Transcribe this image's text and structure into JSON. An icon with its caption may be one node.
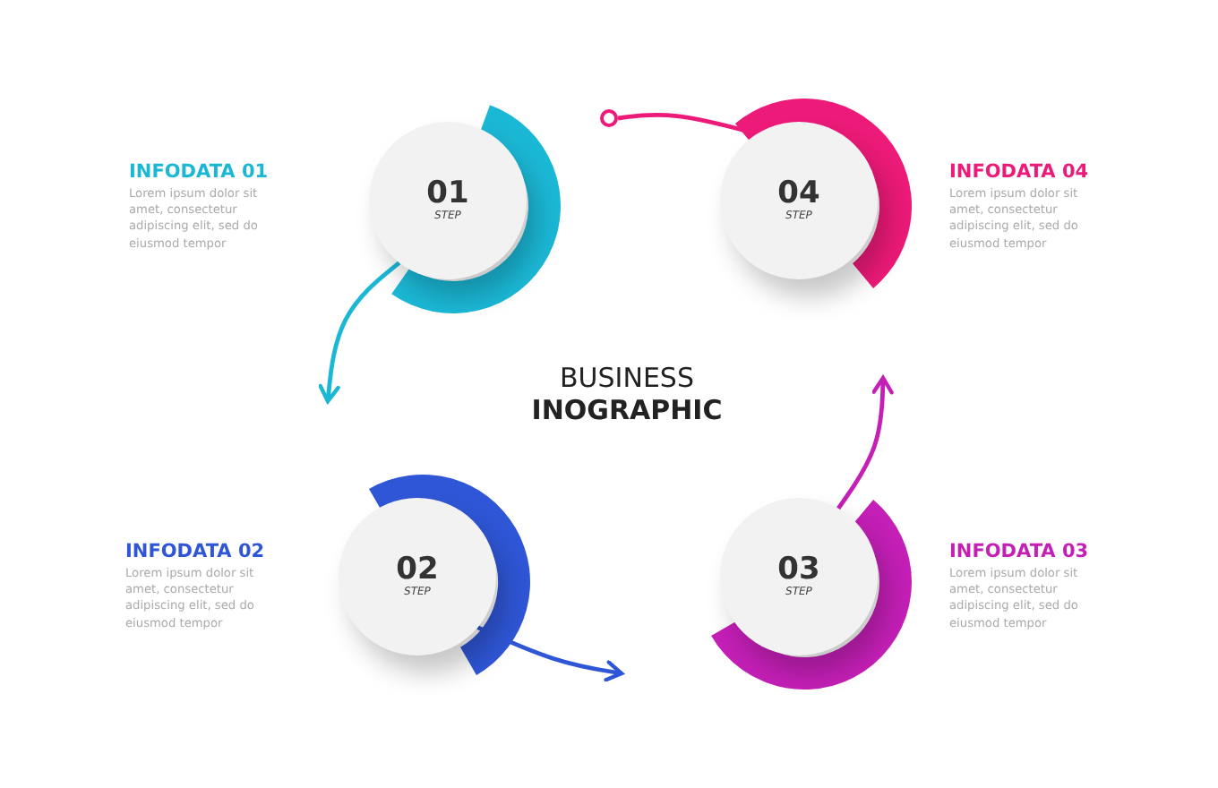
{
  "diagram": {
    "title": "BUSINESS **INOGRAPHIC**",
    "nodes": [
      {
        "text": [
          "01",
          "STEP"
        ],
        "beside": [
          "INFODATA 01",
          "Lorem ipsum dolor sit amet, consectetur adipiscing elit, sed do eiusmod tempor"
        ]
      },
      {
        "text": [
          "02",
          "STEP"
        ],
        "beside": [
          "INFODATA 02",
          "Lorem ipsum dolor sit amet, consectetur adipiscing elit, sed do eiusmod tempor"
        ]
      },
      {
        "text": [
          "03",
          "STEP"
        ],
        "beside": [
          "INFODATA 03",
          "Lorem ipsum dolor sit amet, consectetur adipiscing elit, sed do eiusmod tempor"
        ]
      },
      {
        "text": [
          "04",
          "STEP"
        ],
        "beside": [
          "INFODATA 04",
          "Lorem ipsum dolor sit amet, consectetur adipiscing elit, sed do eiusmod tempor"
        ]
      },
      {
        "text": [],
        "shape": "circle"
      }
    ],
    "edges": [
      {
        "from": 0,
        "to": null,
        "arrow": "to",
        "color": "#1bb8d6"
      },
      {
        "from": 1,
        "to": null,
        "arrow": "to",
        "color": "#2f56d6"
      },
      {
        "from": 2,
        "to": null,
        "arrow": "to",
        "color": "#c41fb6"
      },
      {
        "from": 4,
        "to": 3,
        "arrow": "none",
        "color": "#ec1a78"
      }
    ]
  }
}
